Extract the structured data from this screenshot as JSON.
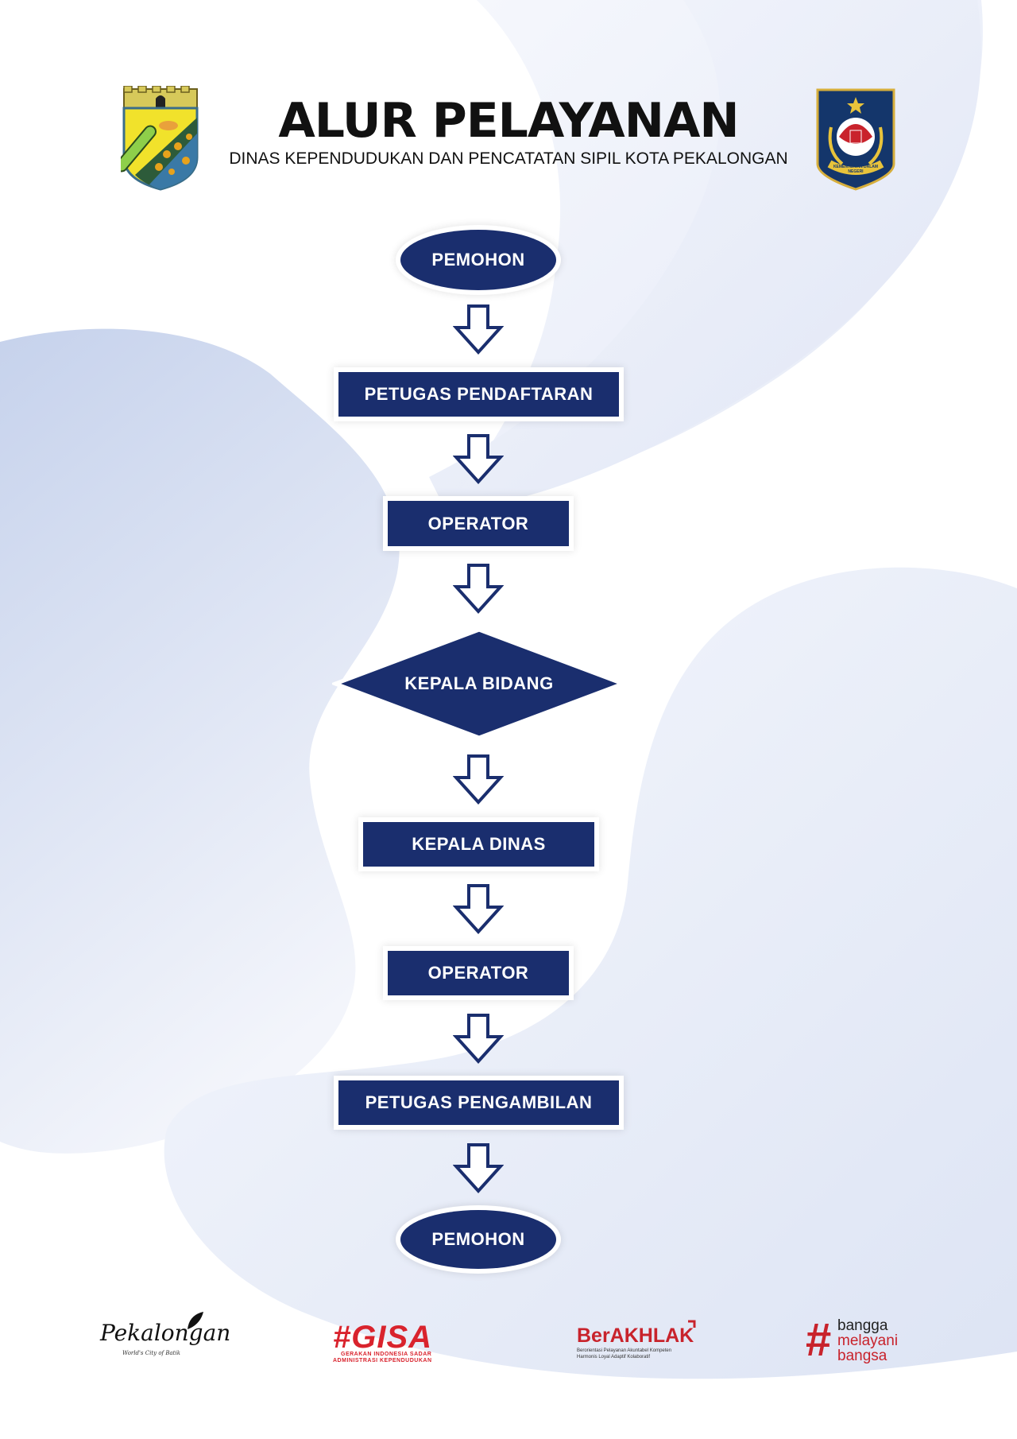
{
  "header": {
    "title": "ALUR PELAYANAN",
    "subtitle": "DINAS KEPENDUDUKAN DAN PENCATATAN SIPIL KOTA PEKALONGAN",
    "left_logo": "kota-pekalongan-crest-icon",
    "right_logo": "kementerian-dalam-negeri-emblem-icon",
    "right_logo_text": "KEMENTERIAN DALAM NEGERI"
  },
  "flow": {
    "steps": [
      {
        "label": "PEMOHON",
        "shape": "oval"
      },
      {
        "label": "PETUGAS PENDAFTARAN",
        "shape": "rect"
      },
      {
        "label": "OPERATOR",
        "shape": "rect"
      },
      {
        "label": "KEPALA BIDANG",
        "shape": "diamond"
      },
      {
        "label": "KEPALA DINAS",
        "shape": "rect"
      },
      {
        "label": "OPERATOR",
        "shape": "rect"
      },
      {
        "label": "PETUGAS PENGAMBILAN",
        "shape": "rect"
      },
      {
        "label": "PEMOHON",
        "shape": "oval"
      }
    ],
    "arrow_icon": "down-arrow-outline-icon",
    "colors": {
      "node": "#1a2e6e",
      "text": "#ffffff",
      "arrow": "#1a2e6e"
    }
  },
  "footer": {
    "pekalongan": {
      "script": "Pekalongan",
      "tagline": "World's City of Batik"
    },
    "gisa": {
      "title": "#GISA",
      "line1": "GERAKAN INDONESIA SADAR",
      "line2": "ADMINISTRASI KEPENDUDUKAN"
    },
    "berakhlak": {
      "title": "BerAKHLAK",
      "line1": "Berorientasi Pelayanan Akuntabel Kompeten",
      "line2": "Harmonis Loyal Adaptif Kolaboratif"
    },
    "bangga": {
      "hash": "#",
      "line1": "bangga",
      "line2": "melayani",
      "line3": "bangsa"
    }
  },
  "colors": {
    "accent_red": "#d9232d",
    "navy": "#1a2e6e",
    "blob": "#c9d4ec"
  }
}
